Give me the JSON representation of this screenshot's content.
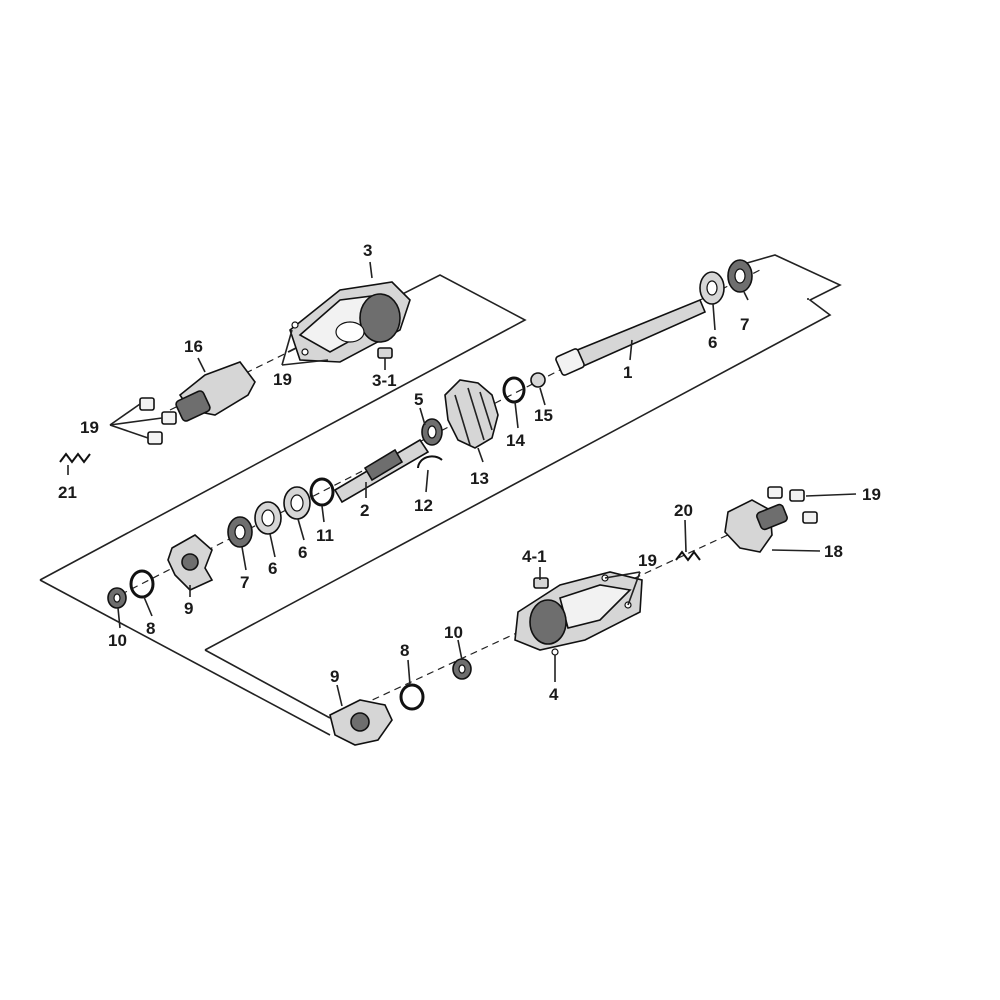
{
  "labels": {
    "l_3": "3",
    "l_3_1": "3-1",
    "l_16": "16",
    "l_19_a": "19",
    "l_19_b": "19",
    "l_21": "21",
    "l_1": "1",
    "l_6_a": "6",
    "l_7_a": "7",
    "l_5": "5",
    "l_15": "15",
    "l_14": "14",
    "l_13": "13",
    "l_12": "12",
    "l_2": "2",
    "l_11": "11",
    "l_6_b": "6",
    "l_6_c": "6",
    "l_7_b": "7",
    "l_9_a": "9",
    "l_8_a": "8",
    "l_10_a": "10",
    "l_20": "20",
    "l_19_c": "19",
    "l_18": "18",
    "l_19_d": "19",
    "l_4_1": "4-1",
    "l_10_b": "10",
    "l_8_b": "8",
    "l_4": "4",
    "l_9_b": "9"
  }
}
